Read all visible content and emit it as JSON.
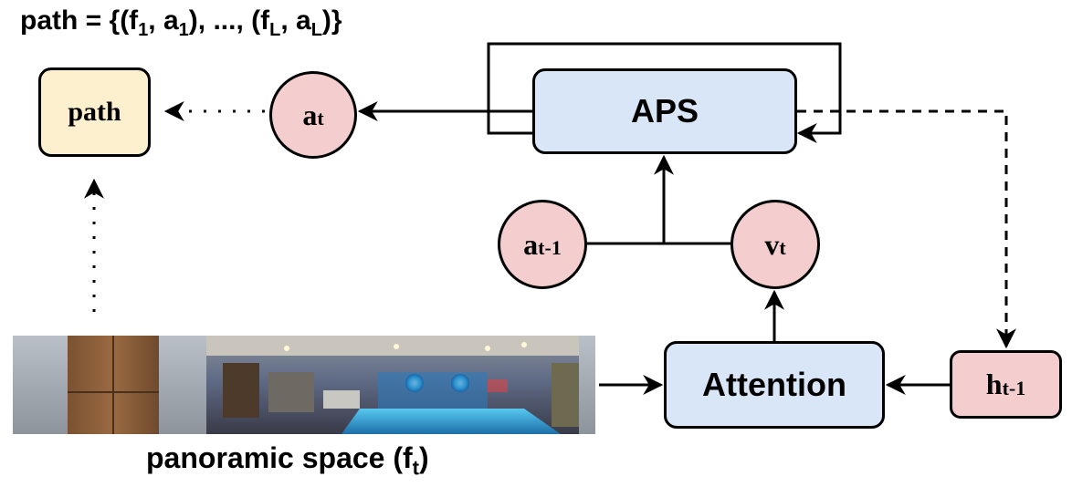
{
  "title": {
    "prefix": "path = {(f",
    "s1": "1",
    "mid1": ", a",
    "s2": "1",
    "mid2": "), ..., (f",
    "s3": "L",
    "mid3": ", a",
    "s4": "L",
    "suffix": ")}"
  },
  "nodes": {
    "path": "path",
    "aps": "APS",
    "attention": "Attention",
    "a_t": {
      "base": "a",
      "sub": "t"
    },
    "a_t_minus_1": {
      "base": "a",
      "sub": "t-1"
    },
    "v_t": {
      "base": "v",
      "sub": "t"
    },
    "h_t_minus_1": {
      "base": "h",
      "sub": "t-1"
    }
  },
  "panorama": {
    "caption_prefix": "panoramic space (f",
    "caption_sub": "t",
    "caption_suffix": ")"
  },
  "colors": {
    "box_blue": "#d9e6f7",
    "box_yellow": "#fdf0cf",
    "node_pink": "#f4cece",
    "stroke": "#000000"
  }
}
